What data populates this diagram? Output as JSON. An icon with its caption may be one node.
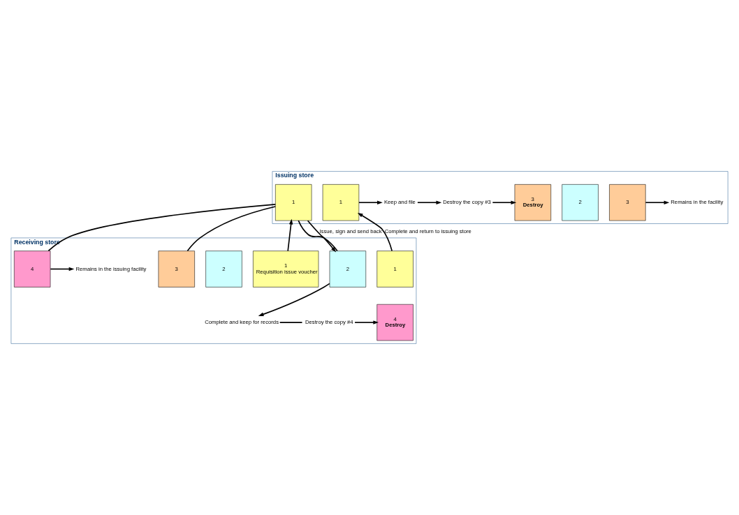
{
  "diagram": {
    "nodes": [
      {
        "text": [
          "Issuing store"
        ]
      },
      {
        "text": [
          "3"
        ],
        "in": 0
      },
      {
        "text": [
          "2"
        ],
        "in": 0
      },
      {
        "text": [
          "1"
        ],
        "in": 0
      },
      {
        "text": [
          "Remains in the facility"
        ],
        "in": 0
      },
      {
        "text": [
          "Destroy the copy #3"
        ],
        "in": 0
      },
      {
        "text": [
          "1"
        ],
        "in": 0
      },
      {
        "text": [
          "Keep and file"
        ],
        "in": 0
      },
      {
        "text": [
          "3",
          "Destroy"
        ],
        "in": 0
      },
      {
        "text": [
          "Receiving store"
        ]
      },
      {
        "text": [
          "4"
        ],
        "in": 9
      },
      {
        "text": [
          "3"
        ],
        "in": 9
      },
      {
        "text": [
          "2"
        ],
        "in": 9
      },
      {
        "text": [
          "1",
          "Requisition issue voucher"
        ],
        "in": 9
      },
      {
        "text": [
          "Remains in the issuing facility"
        ],
        "in": 9
      },
      {
        "text": [
          "2"
        ],
        "in": 9
      },
      {
        "text": [
          "1"
        ],
        "in": 9
      },
      {
        "text": [
          "Complete and keep for records"
        ],
        "in": 9
      },
      {
        "text": [
          "Destroy the copy #4"
        ],
        "in": 9
      },
      {
        "text": [
          "4",
          "Destroy"
        ],
        "in": 9
      }
    ],
    "edges": [
      {
        "from": 1,
        "to": 4,
        "arrow": "to"
      },
      {
        "from": 3,
        "to": 15,
        "arrow": "none"
      },
      {
        "from": 3,
        "to": 15,
        "arrow": "to",
        "label": "Issue, sign and send back"
      },
      {
        "from": 6,
        "to": 7,
        "arrow": "to"
      },
      {
        "from": 7,
        "to": 5,
        "arrow": "to"
      },
      {
        "from": 5,
        "to": 8,
        "arrow": "to"
      },
      {
        "from": 3,
        "to": 10,
        "arrow": "none"
      },
      {
        "from": 3,
        "to": 11,
        "arrow": "none"
      },
      {
        "from": 13,
        "to": 3,
        "arrow": "to"
      },
      {
        "from": 10,
        "to": 14,
        "arrow": "to"
      },
      {
        "from": 16,
        "to": 6,
        "arrow": "to",
        "label": "Complete and return to issuing store"
      },
      {
        "from": 15,
        "to": 17,
        "arrow": "to"
      },
      {
        "from": 17,
        "to": 18,
        "arrow": "none"
      },
      {
        "from": 18,
        "to": 19,
        "arrow": "to"
      }
    ]
  }
}
